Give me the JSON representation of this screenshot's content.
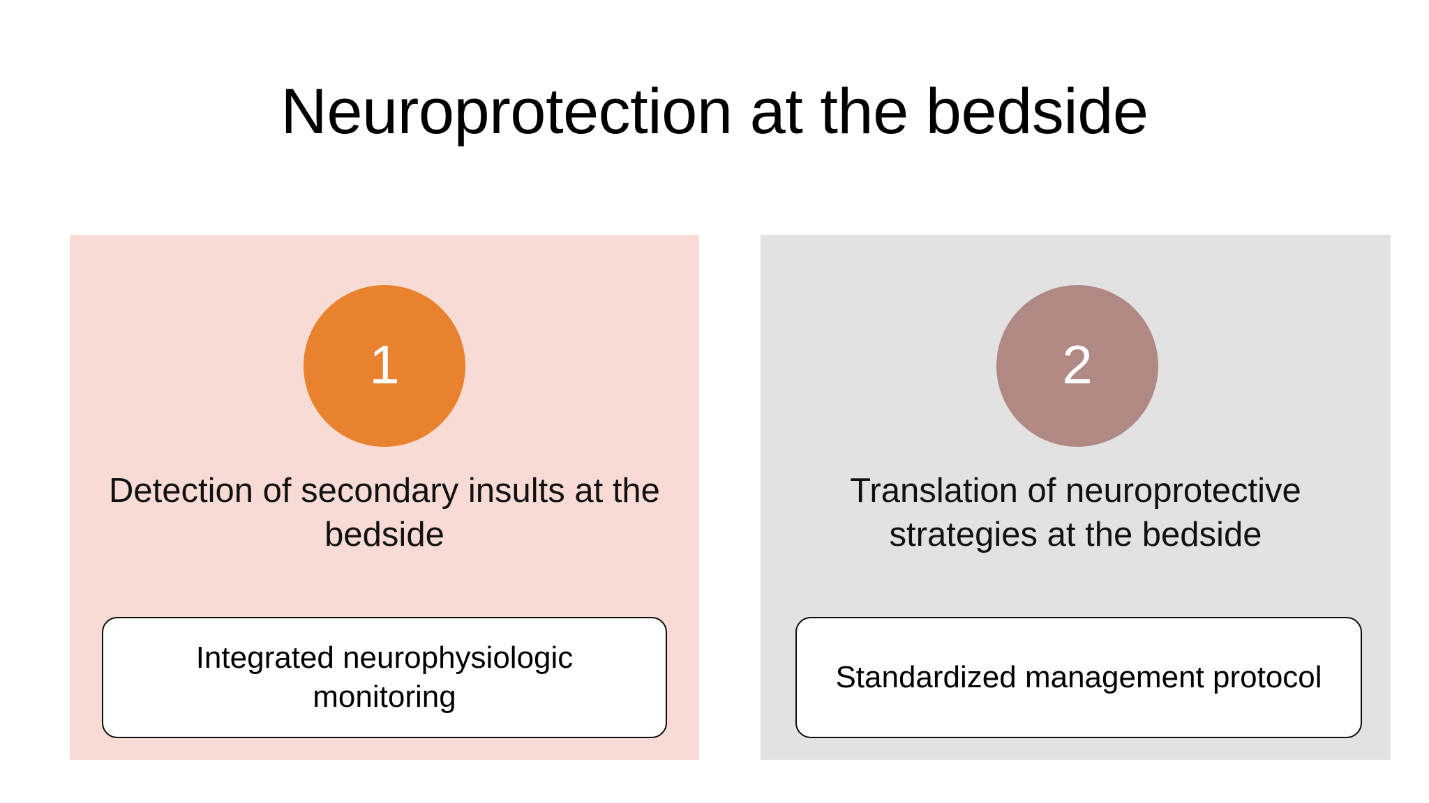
{
  "slide": {
    "title": "Neuroprotection at the bedside",
    "background_color": "#FFFFFF",
    "title_color": "#000000"
  },
  "cards": [
    {
      "number": "1",
      "background_color": "#F7DBD4",
      "badge_color": "#E8822E",
      "badge_number_color": "#FFFFFF",
      "description": "Detection of secondary insults at the bedside",
      "callout": {
        "text": "Integrated neurophysiologic monitoring",
        "background_color": "#FFFFFF",
        "border_color": "#0D0D0D"
      }
    },
    {
      "number": "2",
      "background_color": "#E3E2E3",
      "badge_color": "#B08884",
      "badge_number_color": "#FFFFFF",
      "description": "Translation of neuroprotective strategies at the bedside",
      "callout": {
        "text": "Standardized management protocol",
        "background_color": "#FFFFFF",
        "border_color": "#0D0D0D"
      }
    }
  ]
}
